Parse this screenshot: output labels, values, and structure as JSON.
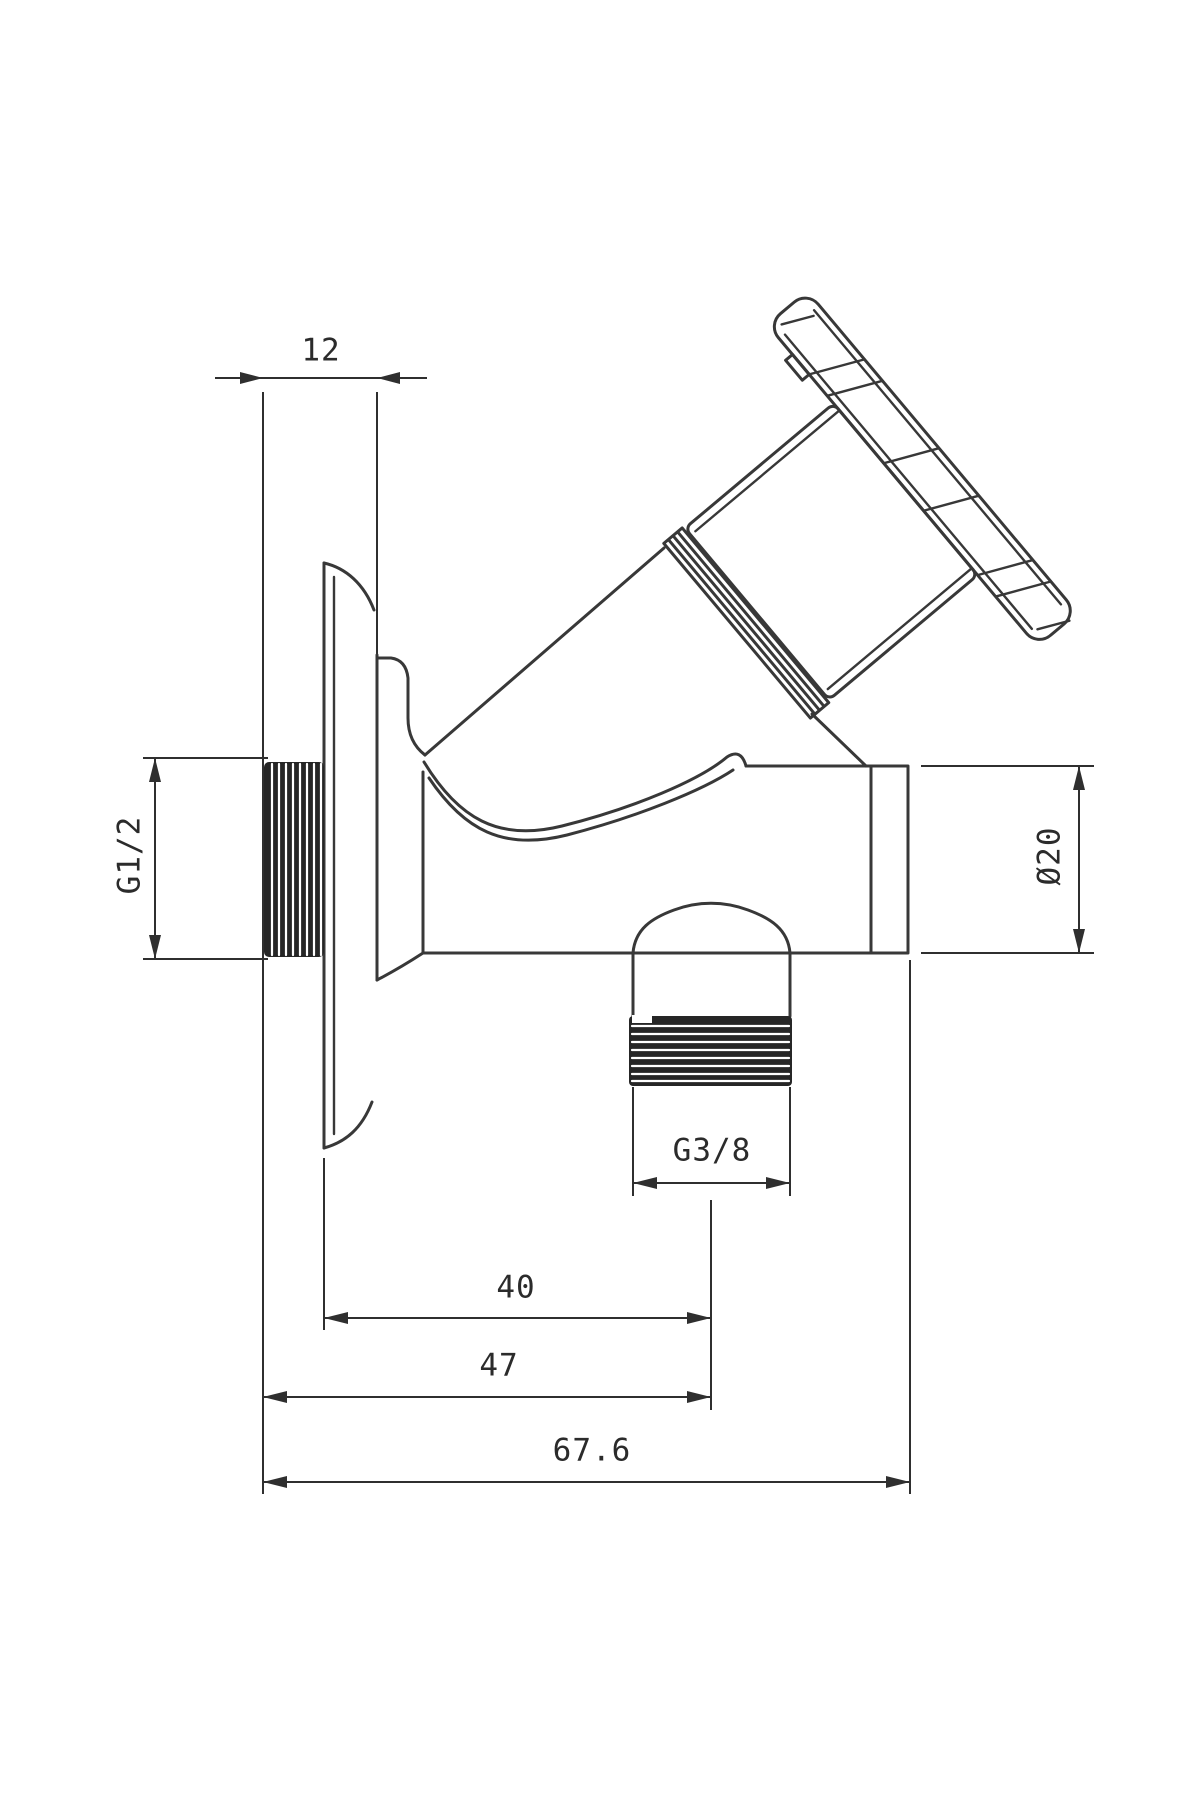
{
  "drawing": {
    "background": "#ffffff",
    "line_color": "#383838",
    "dim_line_color": "#2f2f2f",
    "thread_fill": "#262626",
    "labels": {
      "flange_depth": "12",
      "inlet_thread": "G1/2",
      "outlet_diameter": "Ø20",
      "bottom_thread": "G3/8",
      "flange_to_bottom_outlet": "40",
      "wall_to_bottom_outlet": "47",
      "overall_depth": "67.6"
    }
  }
}
